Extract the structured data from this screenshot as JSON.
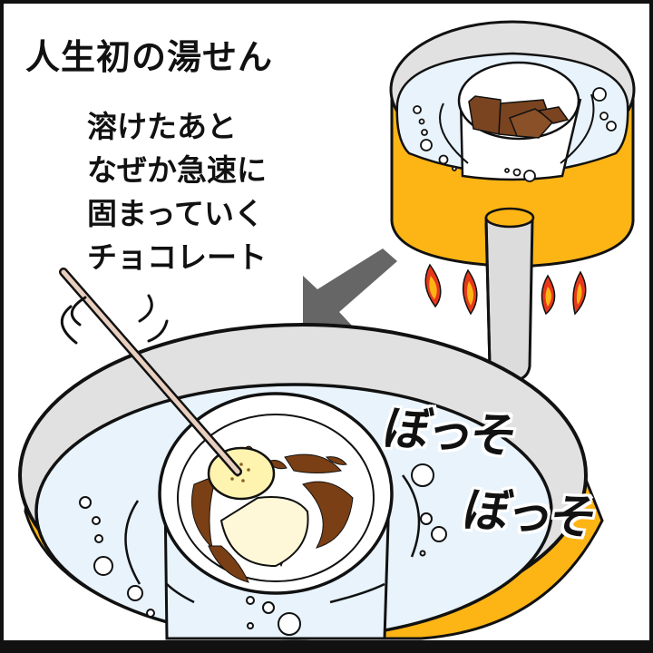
{
  "title": "人生初の湯せん",
  "caption": {
    "lines": [
      "溶けたあと",
      "なぜか急速に",
      "固まっていく",
      "チョコレート"
    ]
  },
  "sound_effects": [
    "ぼっそ",
    "ぼっそ"
  ],
  "illustration": {
    "small_pot": "saucepan-with-chocolate-chunks-over-flame",
    "large_pot": "double-boiler-bowl-with-seized-chocolate-and-stick",
    "arrow": "arrow-pointing-down-left"
  },
  "colors": {
    "pot_orange": "#FDB515",
    "water_blue": "#E8F3FC",
    "rim_gray": "#E1E1E1",
    "chocolate": "#7A4420",
    "flame_red": "#E8381C",
    "arrow_gray": "#666666",
    "outline": "#111111"
  }
}
